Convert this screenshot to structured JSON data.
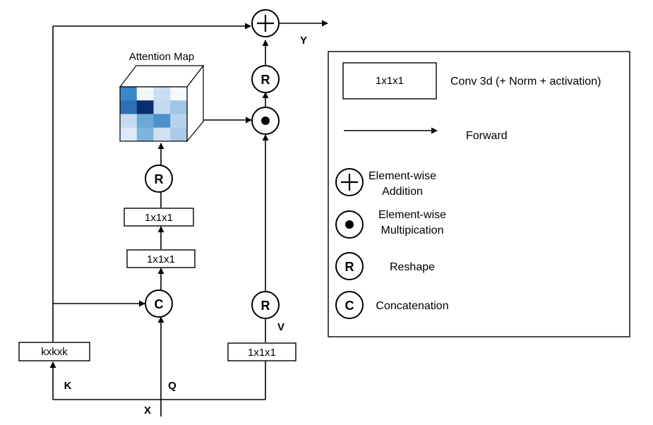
{
  "diagram": {
    "attention_map_title": "Attention Map",
    "labels": {
      "x": "X",
      "q": "Q",
      "k": "K",
      "v": "V",
      "y": "Y"
    },
    "boxes": {
      "kxkxk": "kxkxk",
      "q_conv_1": "1x1x1",
      "q_conv_2": "1x1x1",
      "v_conv": "1x1x1"
    },
    "ops": {
      "reshape": "R",
      "concat": "C"
    },
    "heatmap_colors": [
      [
        "#3a86c6",
        "#f0f6fc",
        "#c9def1",
        "#f6f9fd"
      ],
      [
        "#2f6fb4",
        "#0b2f6e",
        "#c4dbef",
        "#9ec6e6"
      ],
      [
        "#c4dbef",
        "#6aa9d7",
        "#4b91cc",
        "#b7d3ec"
      ],
      [
        "#dce9f6",
        "#7fb4dc",
        "#cfe1f3",
        "#a9cbe8"
      ]
    ]
  },
  "legend": {
    "conv_box_label": "1x1x1",
    "conv_desc": "Conv 3d (+ Norm + activation)",
    "forward_desc": "Forward",
    "add_desc_1": "Element-wise",
    "add_desc_2": "Addition",
    "mul_desc_1": "Element-wise",
    "mul_desc_2": "Multipication",
    "reshape_symbol": "R",
    "reshape_desc": "Reshape",
    "concat_symbol": "C",
    "concat_desc": "Concatenation"
  }
}
